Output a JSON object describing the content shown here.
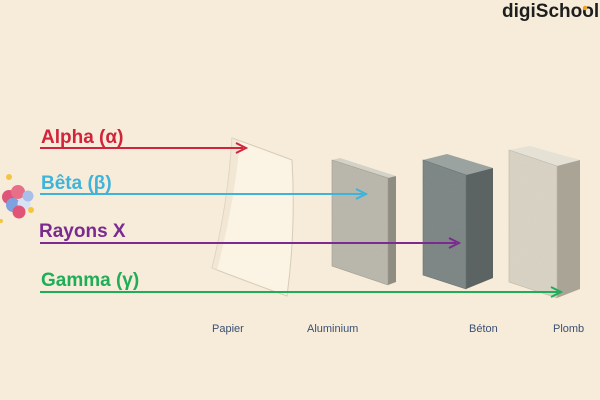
{
  "brand": {
    "text": "digiSchool",
    "dot_color": "#f2a31b"
  },
  "rays": [
    {
      "label": "Alpha (α)",
      "color": "#d1233b",
      "stops_at": "Papier"
    },
    {
      "label": "Bêta (β)",
      "color": "#3fb3d9",
      "stops_at": "Aluminium"
    },
    {
      "label": "Rayons X",
      "color": "#7b2b8f",
      "stops_at": "Béton"
    },
    {
      "label": "Gamma (γ)",
      "color": "#1fae57",
      "stops_at": "Plomb"
    }
  ],
  "materials": [
    {
      "label": "Papier"
    },
    {
      "label": "Aluminium"
    },
    {
      "label": "Béton"
    },
    {
      "label": "Plomb"
    }
  ],
  "colors": {
    "background": "#f6ecd9",
    "paper": "#fbf3e4",
    "aluminium": "#b9b6ab",
    "beton": "#7b8583",
    "plomb": "#d8d2c4"
  },
  "icons": {
    "source": "atom-nucleus-icon"
  }
}
